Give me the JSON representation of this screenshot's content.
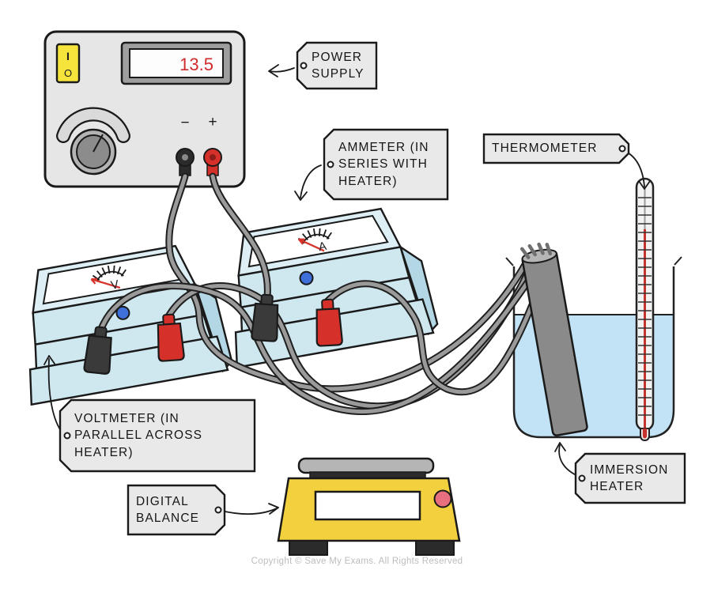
{
  "labels": {
    "power_supply": [
      "POWER",
      "SUPPLY"
    ],
    "ammeter": [
      "AMMETER (IN",
      "SERIES WITH",
      "HEATER)"
    ],
    "thermometer": [
      "THERMOMETER"
    ],
    "voltmeter": [
      "VOLTMETER (IN",
      "PARALLEL ACROSS",
      "HEATER)"
    ],
    "digital_balance": [
      "DIGITAL",
      "BALANCE"
    ],
    "immersion_heater": [
      "IMMERSION",
      "HEATER"
    ]
  },
  "power_supply": {
    "display_value": "13.5",
    "switch_on_label": "I",
    "switch_off_label": "O",
    "negative_terminal_label": "−",
    "positive_terminal_label": "+"
  },
  "ammeter": {
    "dial_letter": "A"
  },
  "voltmeter": {
    "dial_letter": "V"
  },
  "colors": {
    "display_red": "#cf2b2b",
    "needle_red": "#d8342c",
    "wire_gray": "#9a9a9a",
    "water_blue": "#c2e2f5",
    "meter_blue": "#cfe8f0",
    "balance_yellow": "#f3d03e",
    "switch_yellow": "#f6e43c",
    "button_pink": "#e8707e",
    "indicator_blue": "#3f6fd8",
    "heater_gray": "#8a8a8a",
    "tag_gray": "#e9e9e9"
  },
  "footer": {
    "copyright": "Copyright © Save My Exams. All Rights Reserved"
  }
}
